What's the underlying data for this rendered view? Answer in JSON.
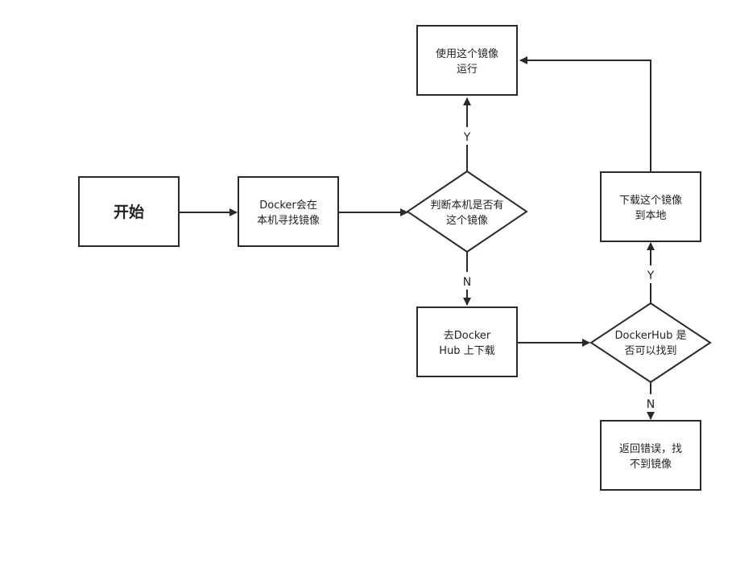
{
  "nodes": {
    "start": [
      "开始"
    ],
    "docker_local": [
      "Docker会在",
      "本机寻找镜像"
    ],
    "decide_local": [
      "判断本机是否有",
      "这个镜像"
    ],
    "run_image": [
      "使用这个镜像",
      "运行"
    ],
    "go_hub": [
      "去Docker",
      "Hub 上下载"
    ],
    "decide_hub": [
      "DockerHub 是",
      "否可以找到"
    ],
    "download": [
      "下载这个镜像",
      "到本地"
    ],
    "error": [
      "返回错误，找",
      "不到镜像"
    ]
  },
  "edges": {
    "local_yes": "Y",
    "local_no": "N",
    "hub_yes": "Y",
    "hub_no": "N"
  }
}
